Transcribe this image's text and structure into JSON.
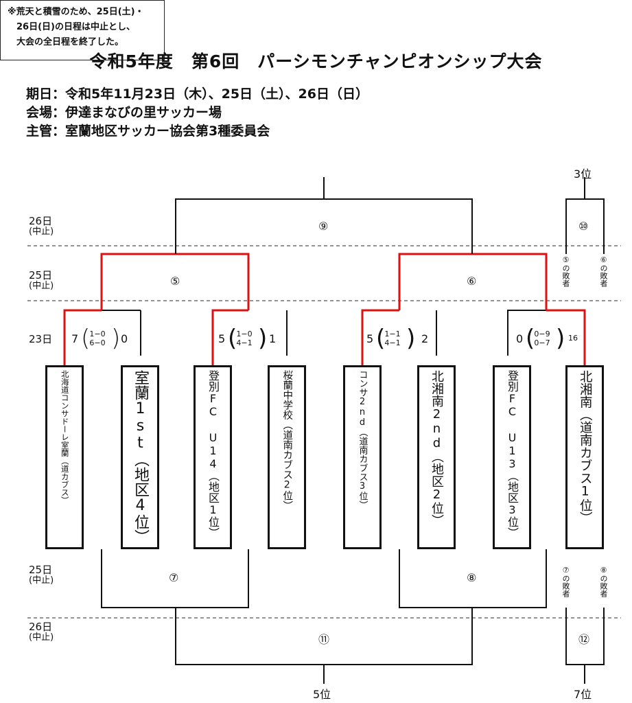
{
  "title": "令和5年度　第6回　パーシモンチャンピオンシップ大会",
  "info": {
    "date": "期日：令和5年11月23日（木）、25日（土）、26日（日）",
    "venue": "会場：伊達まなびの里サッカー場",
    "host": "主管：室蘭地区サッカー協会第3種委員会"
  },
  "notice": [
    "※荒天と積雪のため、25日(土)・",
    "　26日(日)の日程は中止とし、",
    "　大会の全日程を終了した。"
  ],
  "days": {
    "d26_top": "26日",
    "d26_top_note": "(中止)",
    "d25_top": "25日",
    "d25_top_note": "(中止)",
    "d23": "23日",
    "d25_bottom": "25日",
    "d25_bottom_note": "(中止)",
    "d26_bottom": "26日",
    "d26_bottom_note": "(中止)"
  },
  "teams": [
    {
      "name": "北海道コンサドーレ室蘭（道カブス）"
    },
    {
      "name": "室蘭1st（地区4位）"
    },
    {
      "name": "登別FC U14（地区1位）"
    },
    {
      "name": "桜蘭中学校（道南カブス2位）"
    },
    {
      "name": "コンサ2nd（道南カブス3位）"
    },
    {
      "name": "北湘南2nd（地区2位）"
    },
    {
      "name": "登別FC U13（地区3位）"
    },
    {
      "name": "北湘南（道南カブス1位）"
    }
  ],
  "scores": [
    {
      "left": "7",
      "right": "0",
      "h1": "1−0",
      "h2": "6−0"
    },
    {
      "left": "5",
      "right": "1",
      "h1": "1−0",
      "h2": "4−1"
    },
    {
      "left": "5",
      "right": "2",
      "h1": "1−1",
      "h2": "4−1"
    },
    {
      "left": "0",
      "right": "16",
      "h1": "0−9",
      "h2": "0−7"
    }
  ],
  "matches": {
    "m5": "⑤",
    "m6": "⑥",
    "m7": "⑦",
    "m8": "⑧",
    "m9": "⑨",
    "m10": "⑩",
    "m11": "⑪",
    "m12": "⑫"
  },
  "places": {
    "third": "3位",
    "fifth": "5位",
    "seventh": "7位"
  },
  "losers": {
    "l5": "⑤の敗者",
    "l6": "⑥の敗者",
    "l7": "⑦の敗者",
    "l8": "⑧の敗者"
  }
}
